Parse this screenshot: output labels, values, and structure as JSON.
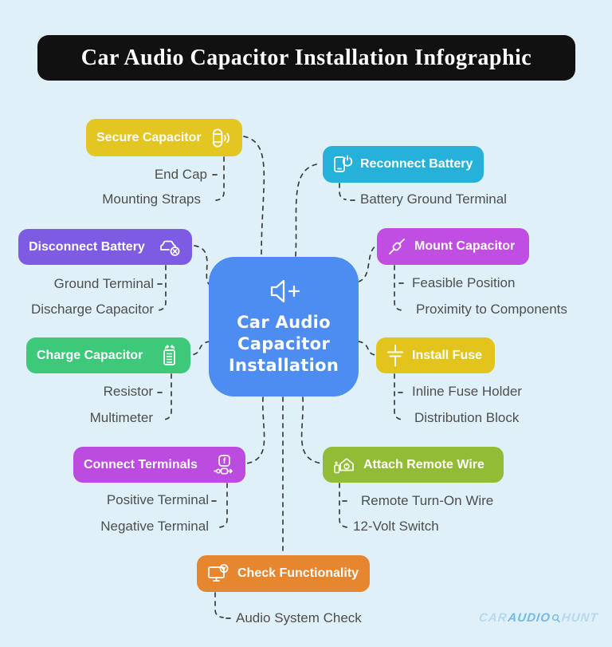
{
  "background": "#dff0f9",
  "title": {
    "text": "Car Audio Capacitor Installation Infographic",
    "bg": "#111111",
    "color": "#ffffff"
  },
  "center": {
    "icon": "speaker-plus-icon",
    "lines": [
      "Car Audio",
      "Capacitor",
      "Installation"
    ],
    "color": "#4d8cf0"
  },
  "branches": [
    {
      "id": "secure-capacitor",
      "label": "Secure Capacitor",
      "color": "#e4c622",
      "icon": "capacitor-sound-icon",
      "children": [
        "End Cap",
        "Mounting Straps"
      ]
    },
    {
      "id": "reconnect-battery",
      "label": "Reconnect Battery",
      "color": "#25b1da",
      "icon": "phone-power-icon",
      "children": [
        "Battery Ground Terminal"
      ]
    },
    {
      "id": "disconnect-battery",
      "label": "Disconnect Battery",
      "color": "#7d5ce3",
      "icon": "car-disconnect-icon",
      "children": [
        "Ground Terminal",
        "Discharge Capacitor"
      ]
    },
    {
      "id": "mount-capacitor",
      "label": "Mount Capacitor",
      "color": "#c04ee2",
      "icon": "fuse-icon",
      "children": [
        "Feasible Position",
        "Proximity to Components"
      ]
    },
    {
      "id": "charge-capacitor",
      "label": "Charge Capacitor",
      "color": "#3dc87a",
      "icon": "battery-charge-icon",
      "children": [
        "Resistor",
        "Multimeter"
      ]
    },
    {
      "id": "install-fuse",
      "label": "Install Fuse",
      "color": "#e2c41c",
      "icon": "capacitor-symbol-icon",
      "children": [
        "Inline Fuse Holder",
        "Distribution Block"
      ]
    },
    {
      "id": "connect-terminals",
      "label": "Connect Terminals",
      "color": "#bc4ce0",
      "icon": "connector-plug-icon",
      "children": [
        "Positive Terminal",
        "Negative Terminal"
      ]
    },
    {
      "id": "attach-remote-wire",
      "label": "Attach Remote Wire",
      "color": "#92bb36",
      "icon": "home-power-icon",
      "children": [
        "Remote Turn-On Wire",
        "12-Volt Switch"
      ]
    },
    {
      "id": "check-functionality",
      "label": "Check Functionality",
      "color": "#e6862e",
      "icon": "monitor-check-icon",
      "children": [
        "Audio System Check"
      ]
    }
  ],
  "watermark": {
    "car": "CAR",
    "audio": "AUDIO",
    "hunt": "HUNT"
  }
}
